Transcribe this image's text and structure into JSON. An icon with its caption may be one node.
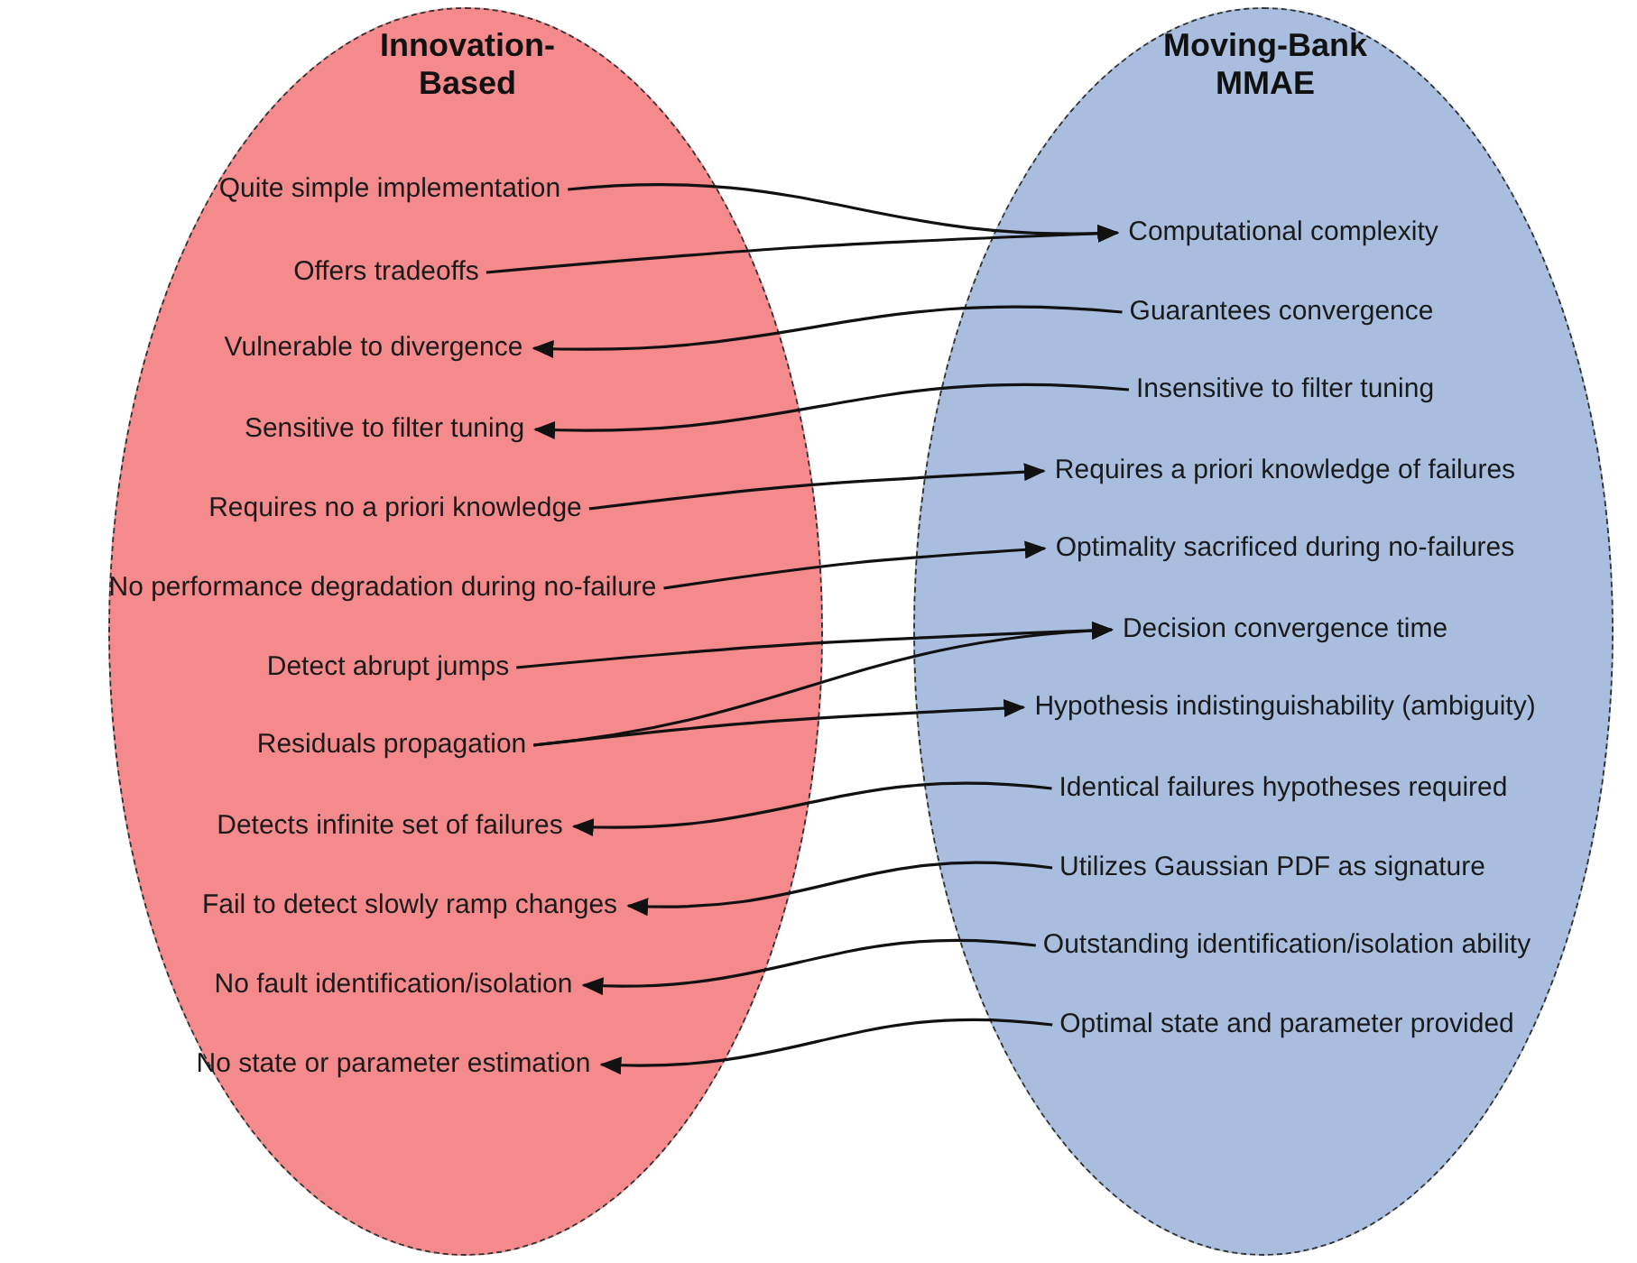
{
  "diagram": {
    "nodes": [
      {
        "text": [
          "Innovation-Based"
        ]
      },
      {
        "text": [
          "Moving-Bank MMAE"
        ]
      },
      {
        "text": [
          "Quite simple implementation"
        ],
        "in": 0
      },
      {
        "text": [
          "Offers tradeoffs"
        ],
        "in": 0
      },
      {
        "text": [
          "Vulnerable to divergence"
        ],
        "in": 0
      },
      {
        "text": [
          "Sensitive to filter tuning"
        ],
        "in": 0
      },
      {
        "text": [
          "Requires no a priori knowledge"
        ],
        "in": 0
      },
      {
        "text": [
          "No performance degradation during no-failure"
        ],
        "in": 0
      },
      {
        "text": [
          "Detect abrupt jumps"
        ],
        "in": 0
      },
      {
        "text": [
          "Residuals propagation"
        ],
        "in": 0
      },
      {
        "text": [
          "Detects infinite set of failures"
        ],
        "in": 0
      },
      {
        "text": [
          "Fail to detect slowly ramp changes"
        ],
        "in": 0
      },
      {
        "text": [
          "No fault identification/isolation"
        ],
        "in": 0
      },
      {
        "text": [
          "No state or parameter estimation"
        ],
        "in": 0
      },
      {
        "text": [
          "Computational complexity"
        ],
        "in": 1
      },
      {
        "text": [
          "Guarantees convergence"
        ],
        "in": 1
      },
      {
        "text": [
          "Insensitive to filter tuning"
        ],
        "in": 1
      },
      {
        "text": [
          "Requires a priori knowledge of failures"
        ],
        "in": 1
      },
      {
        "text": [
          "Optimality sacrificed during no-failures"
        ],
        "in": 1
      },
      {
        "text": [
          "Decision convergence time"
        ],
        "in": 1
      },
      {
        "text": [
          "Hypothesis indistinguishability (ambiguity)"
        ],
        "in": 1
      },
      {
        "text": [
          "Identical failures hypotheses required"
        ],
        "in": 1
      },
      {
        "text": [
          "Utilizes Gaussian PDF as signature"
        ],
        "in": 1
      },
      {
        "text": [
          "Outstanding identification/isolation ability"
        ],
        "in": 1
      },
      {
        "text": [
          "Optimal state and parameter provided"
        ],
        "in": 1
      }
    ],
    "edges": [
      {
        "from": 2,
        "to": 14,
        "arrow": "to"
      },
      {
        "from": 3,
        "to": 14,
        "arrow": "to"
      },
      {
        "from": 15,
        "to": 4,
        "arrow": "to"
      },
      {
        "from": 16,
        "to": 5,
        "arrow": "to"
      },
      {
        "from": 6,
        "to": 17,
        "arrow": "to"
      },
      {
        "from": 7,
        "to": 18,
        "arrow": "to"
      },
      {
        "from": 8,
        "to": 19,
        "arrow": "to"
      },
      {
        "from": 9,
        "to": 19,
        "arrow": "to"
      },
      {
        "from": 9,
        "to": 20,
        "arrow": "to"
      },
      {
        "from": 21,
        "to": 10,
        "arrow": "to"
      },
      {
        "from": 22,
        "to": 11,
        "arrow": "to"
      },
      {
        "from": 23,
        "to": 12,
        "arrow": "to"
      },
      {
        "from": 24,
        "to": 13,
        "arrow": "to"
      }
    ]
  }
}
